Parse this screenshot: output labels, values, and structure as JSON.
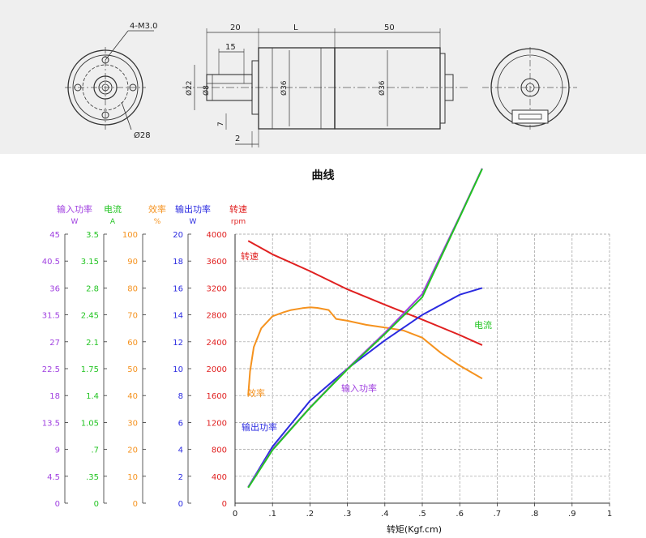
{
  "drawing": {
    "hole_callout": "4-M3.0",
    "circle_dia": "Ø28",
    "dim_shaft_len": "20",
    "dim_body_len": "L",
    "dim_motor_len": "50",
    "dim_flat_len": "15",
    "dim_shaft_dia": "Ø8",
    "dim_boss_dia": "Ø22",
    "dim_gearbox_dia": "Ø36",
    "dim_motor_dia": "Ø36",
    "dim_flat_depth": "7",
    "dim_flange": "2"
  },
  "section_title": "曲线",
  "chart_data": {
    "type": "line",
    "xlabel": "转矩(Kgf.cm)",
    "x_ticks": [
      "0",
      ".1",
      ".2",
      ".3",
      ".4",
      ".5",
      ".6",
      ".7",
      ".8",
      ".9",
      "1"
    ],
    "xlim": [
      0,
      1
    ],
    "axes": [
      {
        "name": "输入功率",
        "unit": "W",
        "color": "#a040e0",
        "ticks": [
          "45",
          "40.5",
          "36",
          "31.5",
          "27",
          "22.5",
          "18",
          "13.5",
          "9",
          "4.5",
          "0"
        ]
      },
      {
        "name": "电流",
        "unit": "A",
        "color": "#22c422",
        "ticks": [
          "3.5",
          "3.15",
          "2.8",
          "2.45",
          "2.1",
          "1.75",
          "1.4",
          "1.05",
          ".7",
          ".35",
          "0"
        ]
      },
      {
        "name": "效率",
        "unit": "%",
        "color": "#f5921e",
        "ticks": [
          "100",
          "90",
          "80",
          "70",
          "60",
          "50",
          "40",
          "30",
          "20",
          "10",
          "0"
        ]
      },
      {
        "name": "输出功率",
        "unit": "W",
        "color": "#2a2ae0",
        "ticks": [
          "20",
          "18",
          "16",
          "14",
          "12",
          "10",
          "8",
          "6",
          "4",
          "2",
          "0"
        ]
      },
      {
        "name": "转速",
        "unit": "rpm",
        "color": "#e02020",
        "ticks": [
          "4000",
          "3600",
          "3200",
          "2800",
          "2400",
          "2000",
          "1600",
          "1200",
          "800",
          "400",
          "0"
        ]
      }
    ],
    "series": [
      {
        "name": "转速",
        "axis": "rpm",
        "color": "#e02020",
        "label": "转速",
        "x": [
          0.035,
          0.1,
          0.2,
          0.3,
          0.4,
          0.5,
          0.6,
          0.66
        ],
        "y": [
          3900,
          3700,
          3450,
          3180,
          2950,
          2730,
          2500,
          2350
        ]
      },
      {
        "name": "效率",
        "axis": "%",
        "color": "#f5921e",
        "label": "效率",
        "x": [
          0.035,
          0.04,
          0.05,
          0.07,
          0.1,
          0.13,
          0.15,
          0.18,
          0.2,
          0.22,
          0.25,
          0.27,
          0.3,
          0.35,
          0.4,
          0.45,
          0.5,
          0.55,
          0.6,
          0.66
        ],
        "y": [
          40,
          49,
          58,
          65,
          69.5,
          71,
          71.8,
          72.5,
          72.8,
          72.6,
          71.8,
          68.5,
          67.8,
          66.3,
          65.3,
          64.2,
          61.5,
          55.8,
          51.1,
          46.3
        ]
      },
      {
        "name": "输出功率",
        "axis": "W",
        "color": "#2a2ae0",
        "label": "输出功率",
        "x": [
          0.035,
          0.1,
          0.2,
          0.3,
          0.4,
          0.5,
          0.6,
          0.66
        ],
        "y": [
          1.2,
          4.2,
          7.6,
          10.0,
          12.1,
          14.0,
          15.5,
          16.0
        ]
      },
      {
        "name": "输入功率",
        "axis": "W",
        "color": "#a040e0",
        "label": "输入功率",
        "x": [
          0.035,
          0.1,
          0.2,
          0.3,
          0.4,
          0.5,
          0.6,
          0.66
        ],
        "y": [
          2.7,
          9.0,
          16.0,
          22.5,
          28.5,
          35.0,
          48.0,
          56.0
        ]
      },
      {
        "name": "电流",
        "axis": "A",
        "color": "#22c422",
        "label": "电流",
        "x": [
          0.035,
          0.1,
          0.2,
          0.3,
          0.4,
          0.5,
          0.6,
          0.66
        ],
        "y": [
          0.2,
          0.69,
          1.24,
          1.74,
          2.2,
          2.68,
          3.72,
          4.35
        ]
      }
    ],
    "grid": true
  }
}
